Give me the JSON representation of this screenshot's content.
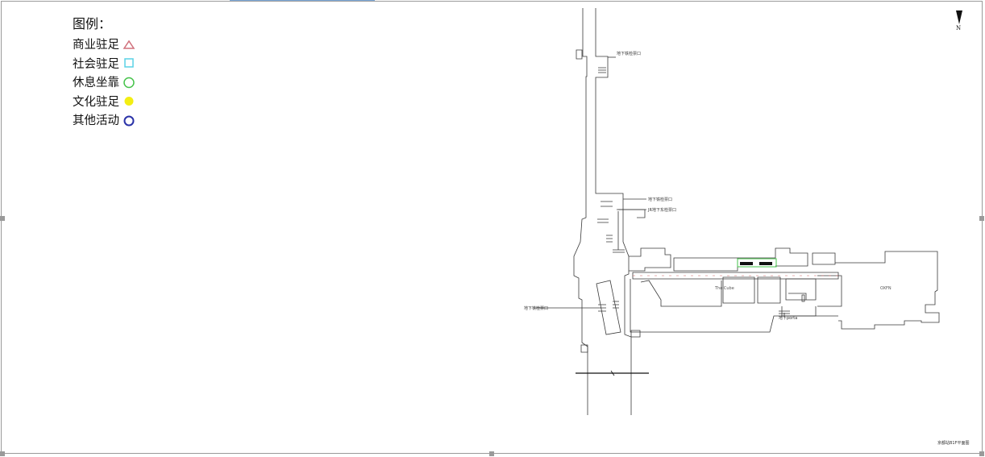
{
  "legend": {
    "title": "图例：",
    "items": [
      {
        "label": "商业驻足",
        "symbol": "triangle-outline",
        "color": "#d0707c"
      },
      {
        "label": "社会驻足",
        "symbol": "square-outline",
        "color": "#5ad2e6"
      },
      {
        "label": "休息坐靠",
        "symbol": "circle-outline",
        "color": "#46c34b"
      },
      {
        "label": "文化驻足",
        "symbol": "circle-filled",
        "color": "#f3ee12"
      },
      {
        "label": "其他活动",
        "symbol": "circle-outline",
        "color": "#2b33a8"
      }
    ]
  },
  "north": {
    "label": "N"
  },
  "map_labels": {
    "exit_top": "地下铁检票口",
    "exit_mid1": "地下铁检票口",
    "exit_mid2": "JR地下东检票口",
    "exit_left": "地下铁检票口",
    "block_a": "The Cube",
    "block_b": "OXFN",
    "entrance": "地下porta"
  },
  "footer": {
    "caption": "京都站B1F平面图"
  }
}
